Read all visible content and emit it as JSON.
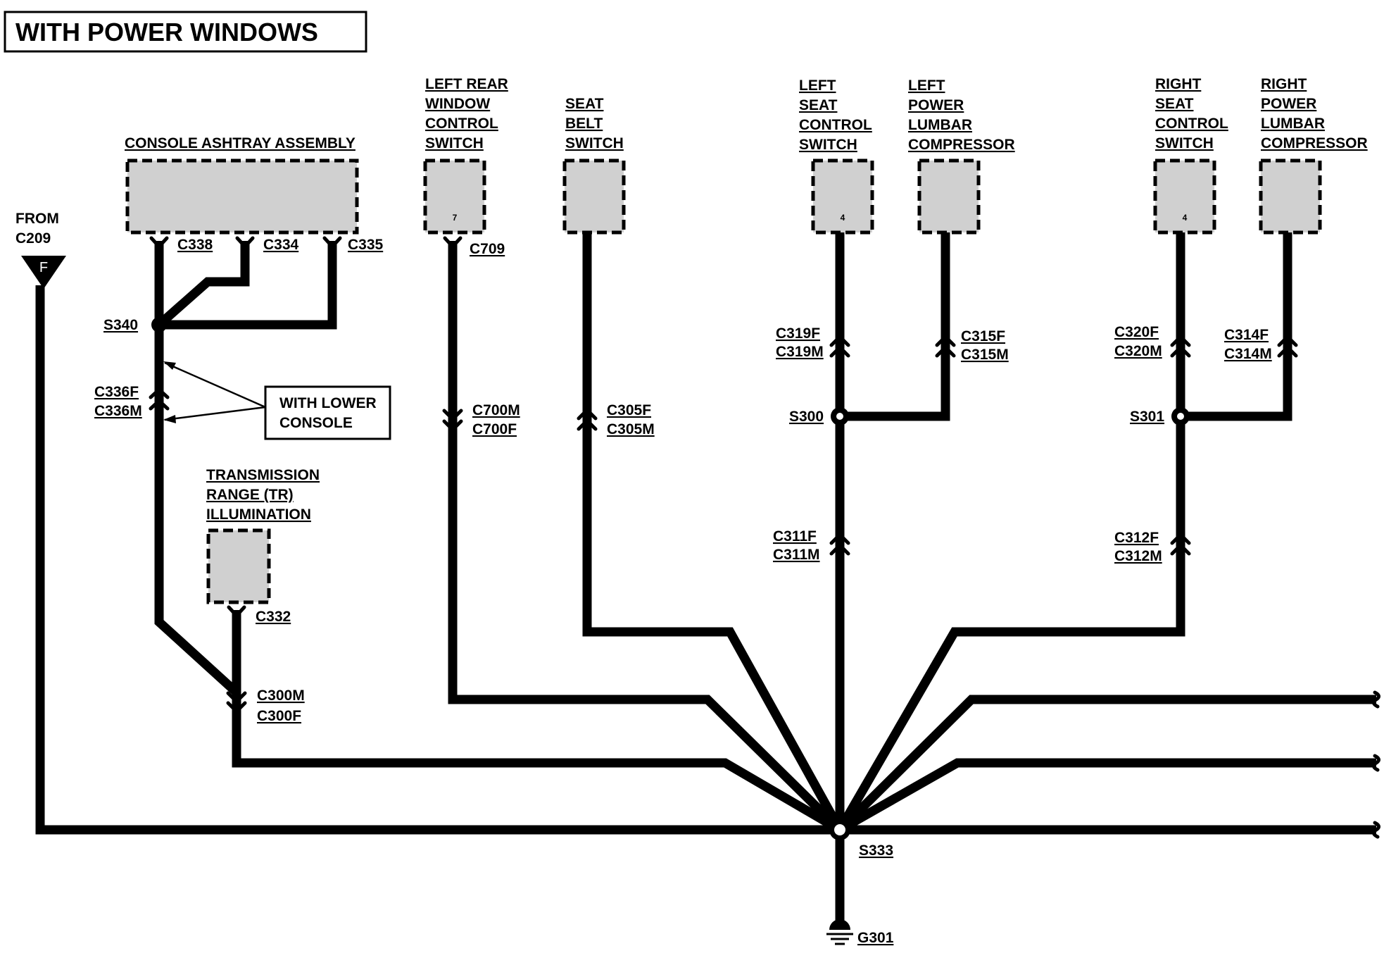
{
  "title": "WITH POWER WINDOWS",
  "source": {
    "from_label": "FROM",
    "connector": "C209",
    "symbol": "F"
  },
  "components": {
    "console_ashtray": "CONSOLE ASHTRAY ASSEMBLY",
    "left_rear_window": [
      "LEFT REAR",
      "WINDOW",
      "CONTROL",
      "SWITCH"
    ],
    "left_rear_window_pin": "7",
    "seat_belt": [
      "SEAT",
      "BELT",
      "SWITCH"
    ],
    "left_seat": [
      "LEFT",
      "SEAT",
      "CONTROL",
      "SWITCH"
    ],
    "left_seat_pin": "4",
    "left_lumbar": [
      "LEFT",
      "POWER",
      "LUMBAR",
      "COMPRESSOR"
    ],
    "right_seat": [
      "RIGHT",
      "SEAT",
      "CONTROL",
      "SWITCH"
    ],
    "right_seat_pin": "4",
    "right_lumbar": [
      "RIGHT",
      "POWER",
      "LUMBAR",
      "COMPRESSOR"
    ],
    "tr_illumination": [
      "TRANSMISSION",
      "RANGE (TR)",
      "ILLUMINATION"
    ]
  },
  "connectors": {
    "c338": "C338",
    "c334": "C334",
    "c335": "C335",
    "c709": "C709",
    "c332": "C332",
    "c336": [
      "C336F",
      "C336M"
    ],
    "c700": [
      "C700M",
      "C700F"
    ],
    "c305": [
      "C305F",
      "C305M"
    ],
    "c319": [
      "C319F",
      "C319M"
    ],
    "c315": [
      "C315F",
      "C315M"
    ],
    "c320": [
      "C320F",
      "C320M"
    ],
    "c314": [
      "C314F",
      "C314M"
    ],
    "c311": [
      "C311F",
      "C311M"
    ],
    "c312": [
      "C312F",
      "C312M"
    ],
    "c300": [
      "C300M",
      "C300F"
    ]
  },
  "splices": {
    "s340": "S340",
    "s300": "S300",
    "s301": "S301",
    "s333": "S333"
  },
  "ground": "G301",
  "note": [
    "WITH LOWER",
    "CONSOLE"
  ]
}
